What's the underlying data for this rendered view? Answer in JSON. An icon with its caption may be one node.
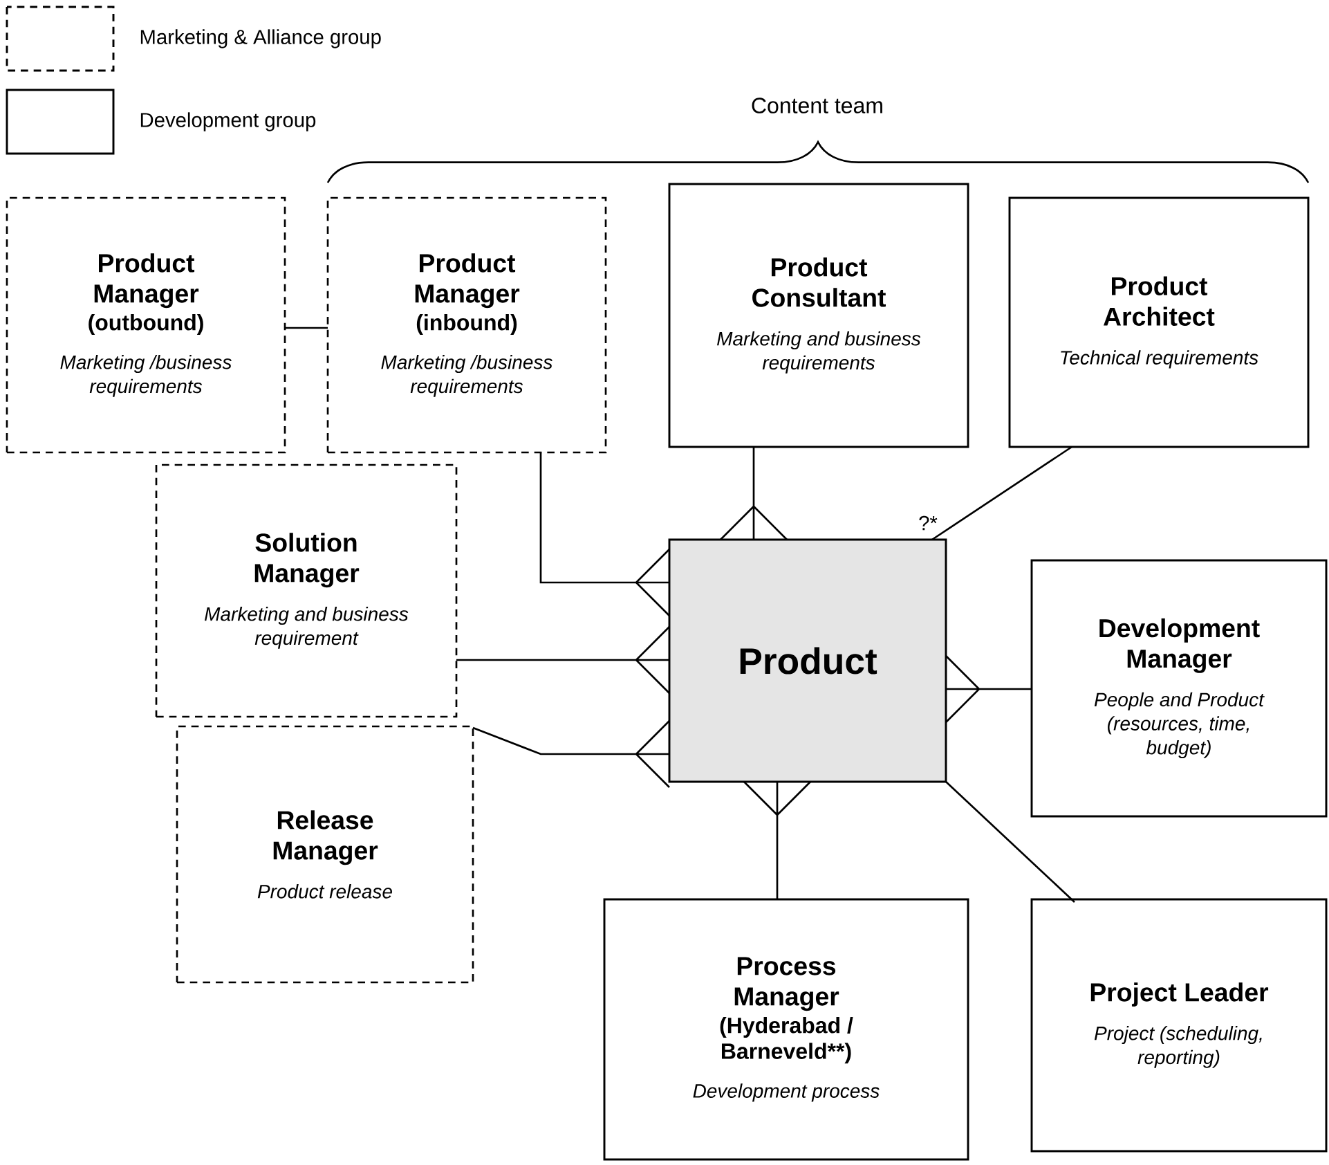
{
  "diagram": {
    "nodes": [
      {
        "text": [
          "Product Manager",
          "(outbound)",
          "Marketing /business requirements"
        ]
      },
      {
        "text": [
          "Product Manager",
          "(inbound)",
          "Marketing /business requirements"
        ]
      },
      {
        "text": [
          "Product Consultant",
          "Marketing and business requirements"
        ]
      },
      {
        "text": [
          "Product Architect",
          "Technical requirements"
        ]
      },
      {
        "text": [
          "Solution Manager",
          "Marketing and business requirement"
        ]
      },
      {
        "text": [
          "Product"
        ]
      },
      {
        "text": [
          "Development Manager",
          "People and Product (resources, time, budget)"
        ]
      },
      {
        "text": [
          "Release Manager",
          "Product release"
        ]
      },
      {
        "text": [
          "Process Manager",
          "(Hyderabad / Barneveld**)",
          "Development process"
        ]
      },
      {
        "text": [
          "Project Leader",
          "Project (scheduling, reporting)"
        ]
      }
    ],
    "edges": [
      {
        "from": 0,
        "to": 1,
        "arrow": "none"
      },
      {
        "from": 1,
        "to": 5,
        "arrow": "other"
      },
      {
        "from": 2,
        "to": 5,
        "arrow": "other"
      },
      {
        "from": 3,
        "to": 5,
        "arrow": "none",
        "label": "?*"
      },
      {
        "from": 4,
        "to": 5,
        "arrow": "other"
      },
      {
        "from": 7,
        "to": 5,
        "arrow": "other"
      },
      {
        "from": 6,
        "to": 5,
        "arrow": "other"
      },
      {
        "from": 8,
        "to": 5,
        "arrow": "other"
      },
      {
        "from": 9,
        "to": 5,
        "arrow": "none"
      }
    ],
    "labels": [
      "Content team"
    ],
    "legend": [
      {
        "text": "Marketing & Alliance group"
      },
      {
        "text": "Development group"
      }
    ]
  }
}
